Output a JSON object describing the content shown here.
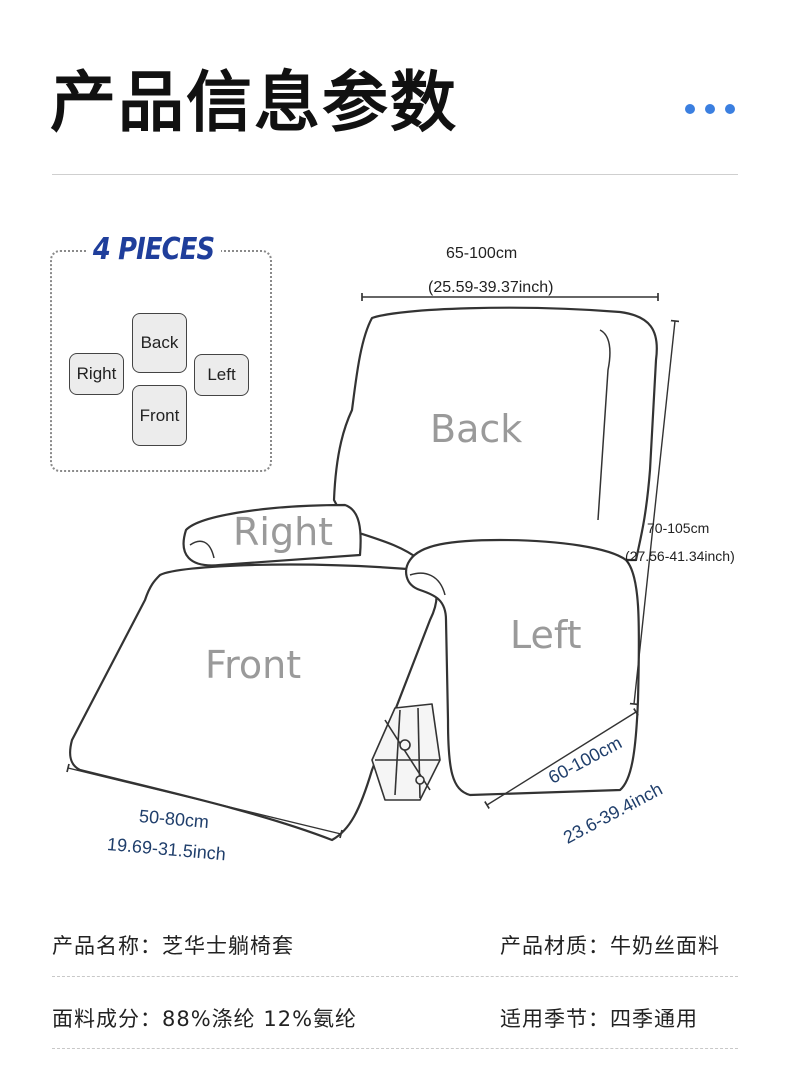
{
  "header": {
    "title": "产品信息参数"
  },
  "pieces": {
    "title": "4 PIECES",
    "items": {
      "back": "Back",
      "right": "Right",
      "left": "Left",
      "front": "Front"
    }
  },
  "chair": {
    "labels": {
      "back": "Back",
      "right": "Right",
      "left": "Left",
      "front": "Front"
    },
    "dimensions": {
      "width_cm": "65-100cm",
      "width_inch": "(25.59-39.37inch)",
      "height_cm": "70-105cm",
      "height_inch": "(27.56-41.34inch)",
      "depth_cm": "60-100cm",
      "depth_inch": "23.6-39.4inch",
      "footrest_cm": "50-80cm",
      "footrest_inch": "19.69-31.5inch"
    }
  },
  "specs": {
    "name": "产品名称：芝华士躺椅套",
    "material": "产品材质：牛奶丝面料",
    "composition": "面料成分：88%涤纶 12%氨纶",
    "season": "适用季节：四季通用"
  }
}
